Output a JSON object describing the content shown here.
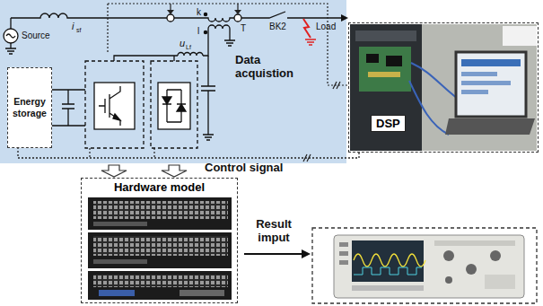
{
  "diagram": {
    "nodes": [
      {
        "text": [
          "Energy storage"
        ]
      },
      {
        "text": [
          "DSP"
        ]
      },
      {
        "text": [
          "Hardware model"
        ]
      }
    ],
    "edges": [
      {
        "from": 1,
        "to": 0,
        "arrow": "none",
        "label": "Control signal"
      }
    ],
    "labels": [
      "Source",
      "i",
      "sf",
      "k",
      "l",
      "T",
      "BK2",
      "Load",
      "u",
      "Lf",
      "Data acquistion",
      "Result imput"
    ]
  }
}
